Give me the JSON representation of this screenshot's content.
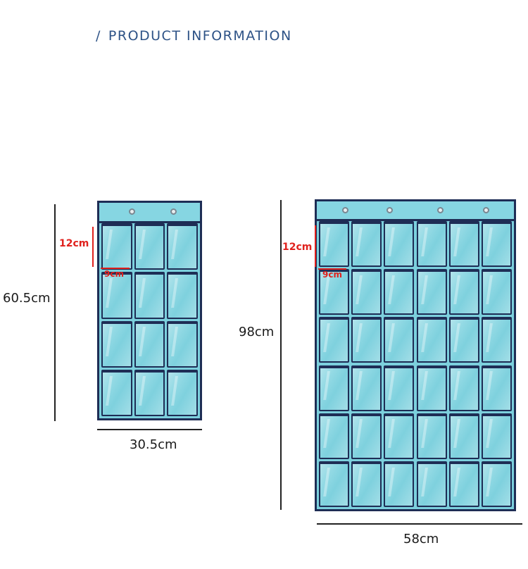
{
  "heading": {
    "slash": "/",
    "text": "PRODUCT INFORMATION"
  },
  "small_organizer": {
    "height_label": "60.5cm",
    "width_label": "30.5cm",
    "pocket_height_label": "12cm",
    "pocket_width_label": "9cm",
    "columns": 3,
    "rows": 4
  },
  "large_organizer": {
    "height_label": "98cm",
    "width_label": "58cm",
    "pocket_height_label": "12cm",
    "pocket_width_label": "9cm",
    "columns": 6,
    "rows": 6
  },
  "colors": {
    "heading": "#2d5286",
    "fabric": "#7cd0dd",
    "trim": "#1e2d55",
    "accent_red": "#e0211d"
  }
}
